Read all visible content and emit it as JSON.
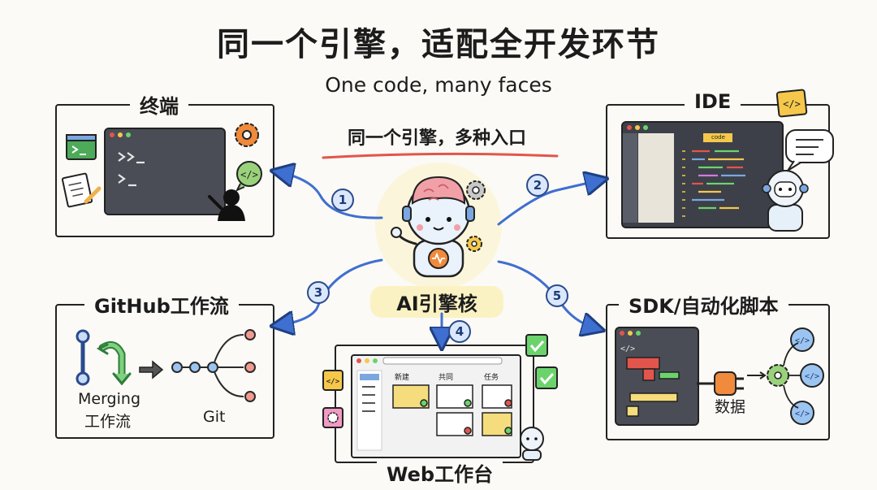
{
  "header": {
    "title": "同一个引擎，适配全开发环节",
    "subtitle": "One code, many faces",
    "tagline": "同一个引擎，多种入口"
  },
  "panels": {
    "terminal": {
      "title": "终端"
    },
    "ide": {
      "title": "IDE",
      "tab_label": "code"
    },
    "github": {
      "title": "GitHub工作流",
      "merge_label_1": "Merging",
      "merge_label_2": "工作流",
      "git_label": "Git"
    },
    "sdk": {
      "title": "SDK/自动化脚本",
      "data_label": "数据"
    },
    "web": {
      "title": "Web工作台",
      "col1": "新建",
      "col2": "共同",
      "col3": "任务"
    }
  },
  "core": {
    "label": "AI引擎核"
  },
  "badges": [
    "1",
    "2",
    "3",
    "4",
    "5"
  ],
  "colors": {
    "accent_blue": "#3f6fd0",
    "highlight_red": "#e2554c",
    "core_yellow": "#fbf2c4",
    "brain_pink": "#f2a0a8",
    "code_green": "#6cd36c",
    "sticky_yellow": "#f5dd7e"
  },
  "icons": [
    "terminal-icon",
    "gear-icon",
    "code-bubble-icon",
    "notepad-icon",
    "pencil-icon",
    "person-icon",
    "code-tag-icon",
    "chat-bubble-icon",
    "robot-icon",
    "branch-icon",
    "arrow-right-icon",
    "plug-icon",
    "checkmark-icon"
  ]
}
